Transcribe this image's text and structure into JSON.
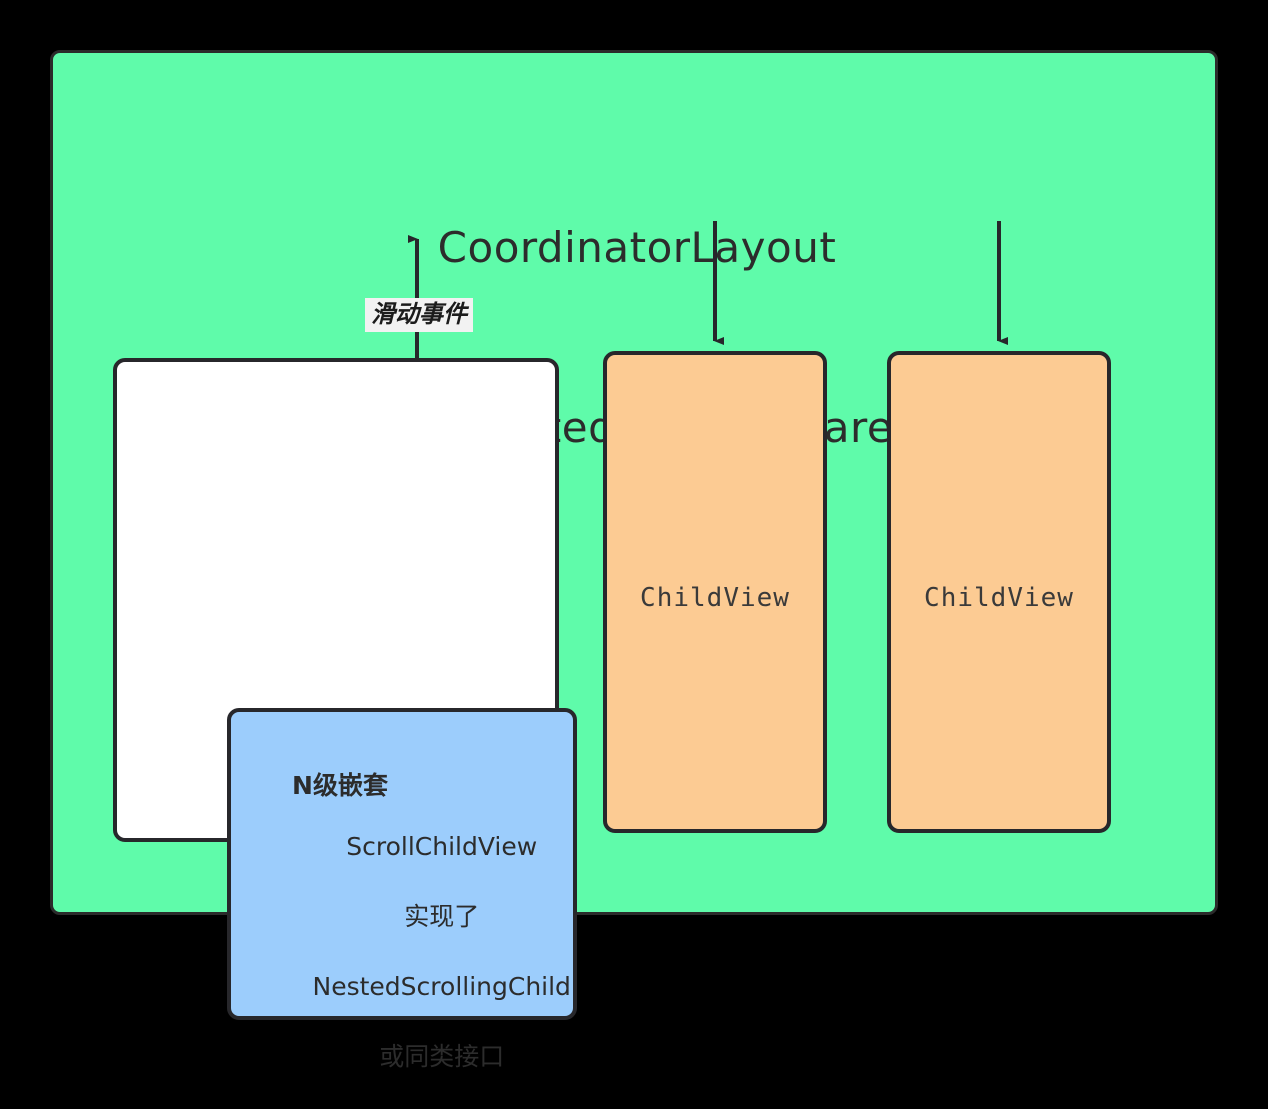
{
  "diagram": {
    "title": {
      "line1": "CoordinatorLayout",
      "line2": "实现了NestedScrollingParent"
    },
    "nested_container": {
      "footer_label": "N级嵌套"
    },
    "scroll_child": {
      "line1": "ScrollChildView",
      "line2": "实现了",
      "line3": "NestedScrollingChild",
      "line4": "或同类接口"
    },
    "edge_labels": {
      "scroll_event": "滑动事件"
    },
    "child_views": [
      {
        "label": "ChildView"
      },
      {
        "label": "ChildView"
      }
    ],
    "colors": {
      "background": "#000000",
      "panel_fill": "#5FFBAA",
      "panel_stroke": "#2b2b2b",
      "white_fill": "#FFFFFF",
      "blue_fill": "#9CCDFC",
      "orange_fill": "#FCCB93",
      "box_stroke": "#27272b",
      "text": "#2c2c2c",
      "label_highlight": "#F2F2F2"
    }
  }
}
